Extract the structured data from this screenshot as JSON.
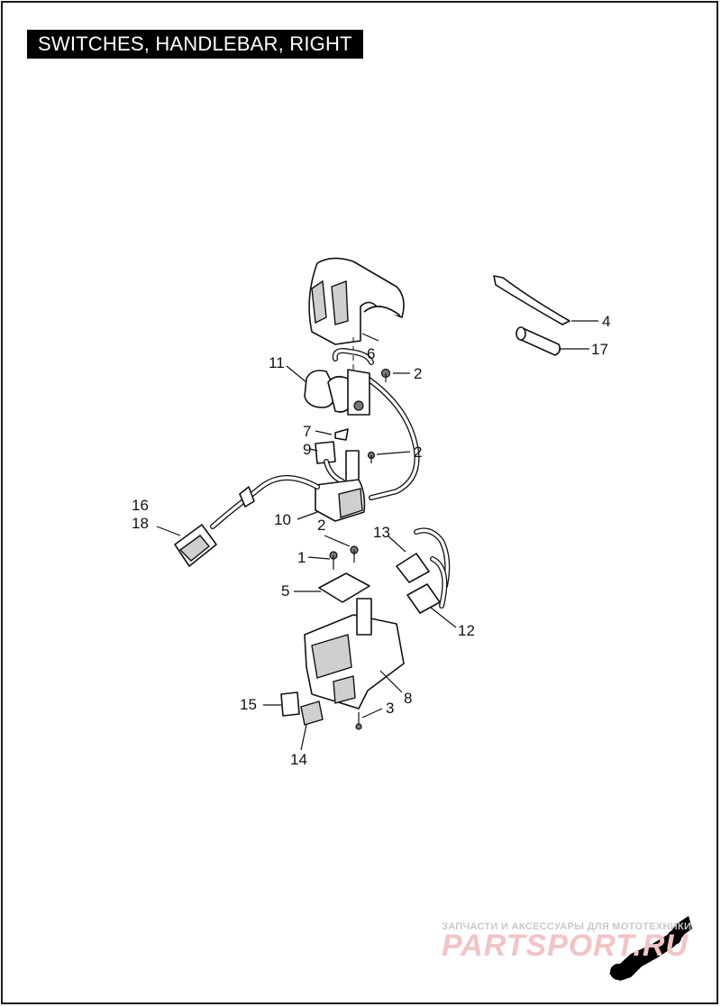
{
  "page": {
    "title": "SWITCHES, HANDLEBAR, RIGHT"
  },
  "callouts": {
    "c1": "1",
    "c2a": "2",
    "c2b": "2",
    "c2c": "2",
    "c3": "3",
    "c4": "4",
    "c5": "5",
    "c6": "6",
    "c7": "7",
    "c8": "8",
    "c9": "9",
    "c10": "10",
    "c11": "11",
    "c12": "12",
    "c13": "13",
    "c14": "14",
    "c15": "15",
    "c16": "16",
    "c17": "17",
    "c18": "18"
  },
  "watermark": {
    "tagline": "ЗАПЧАСТИ И АКСЕССУАРЫ ДЛЯ МОТОТЕХНИКИ",
    "brand": "PARTSPORT.RU"
  }
}
